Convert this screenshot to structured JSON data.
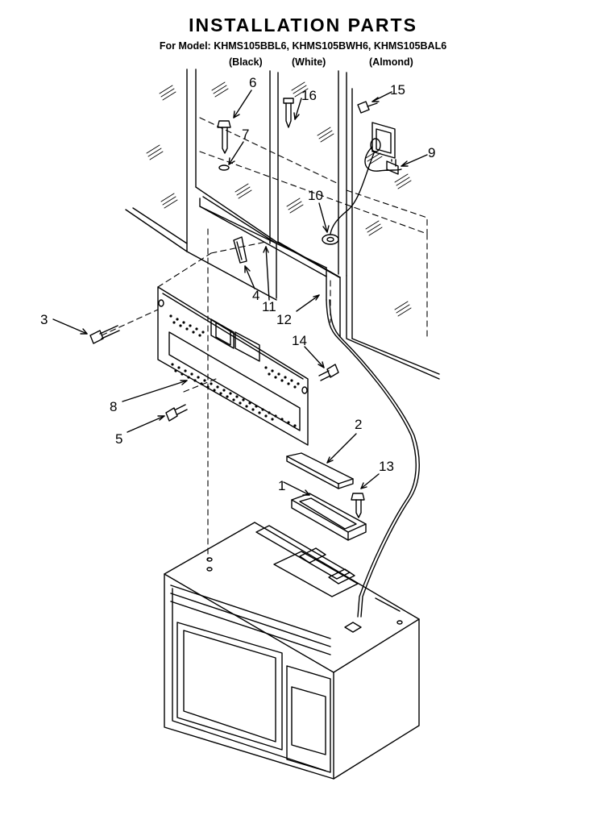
{
  "title": "INSTALLATION PARTS",
  "model_line": "For Model: KHMS105BBL6, KHMS105BWH6, KHMS105BAL6",
  "colors": [
    "(Black)",
    "(White)",
    "(Almond)"
  ],
  "callouts": [
    "1",
    "2",
    "3",
    "4",
    "5",
    "6",
    "7",
    "8",
    "9",
    "10",
    "11",
    "12",
    "13",
    "14",
    "15",
    "16"
  ]
}
